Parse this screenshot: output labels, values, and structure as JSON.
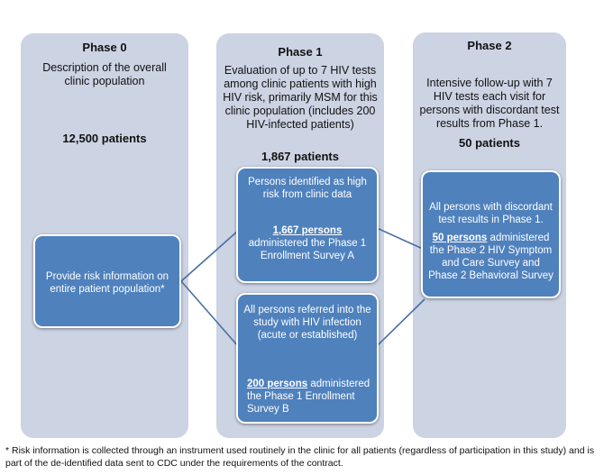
{
  "phase0": {
    "title": "Phase 0",
    "description": "Description of the overall clinic population",
    "count": "12,500 patients",
    "box": {
      "text": "Provide risk information on entire patient population*"
    }
  },
  "phase1": {
    "title": "Phase 1",
    "description": "Evaluation of up to 7 HIV tests among clinic patients with high HIV risk, primarily MSM for this clinic population (includes 200 HIV-infected patients)",
    "count": "1,867 patients",
    "box_a": {
      "intro": "Persons identified as high risk from clinic data",
      "persons": "1,667 persons",
      "rest": "administered the Phase 1 Enrollment Survey A"
    },
    "box_b": {
      "intro": "All persons  referred into the study  with HIV infection (acute or established)",
      "persons": "200 persons",
      "rest": "administered the Phase 1 Enrollment Survey B"
    }
  },
  "phase2": {
    "title": "Phase 2",
    "description": "Intensive follow-up with 7 HIV tests each visit for persons with discordant test results from Phase 1.",
    "count": "50 patients",
    "box": {
      "intro": "All persons with discordant test results in Phase 1.",
      "persons": "50 persons",
      "rest": "administered the Phase 2 HIV Symptom and Care Survey and Phase 2 Behavioral Survey"
    }
  },
  "footnote": "* Risk information is collected through an instrument used routinely in the clinic for all patients (regardless of participation in this study) and is part of the de-identified data sent to CDC under the requirements of the contract.",
  "colors": {
    "column_bg": "#ccd3e3",
    "box_fill": "#4f81bd",
    "connector": "#4a6fa5"
  }
}
